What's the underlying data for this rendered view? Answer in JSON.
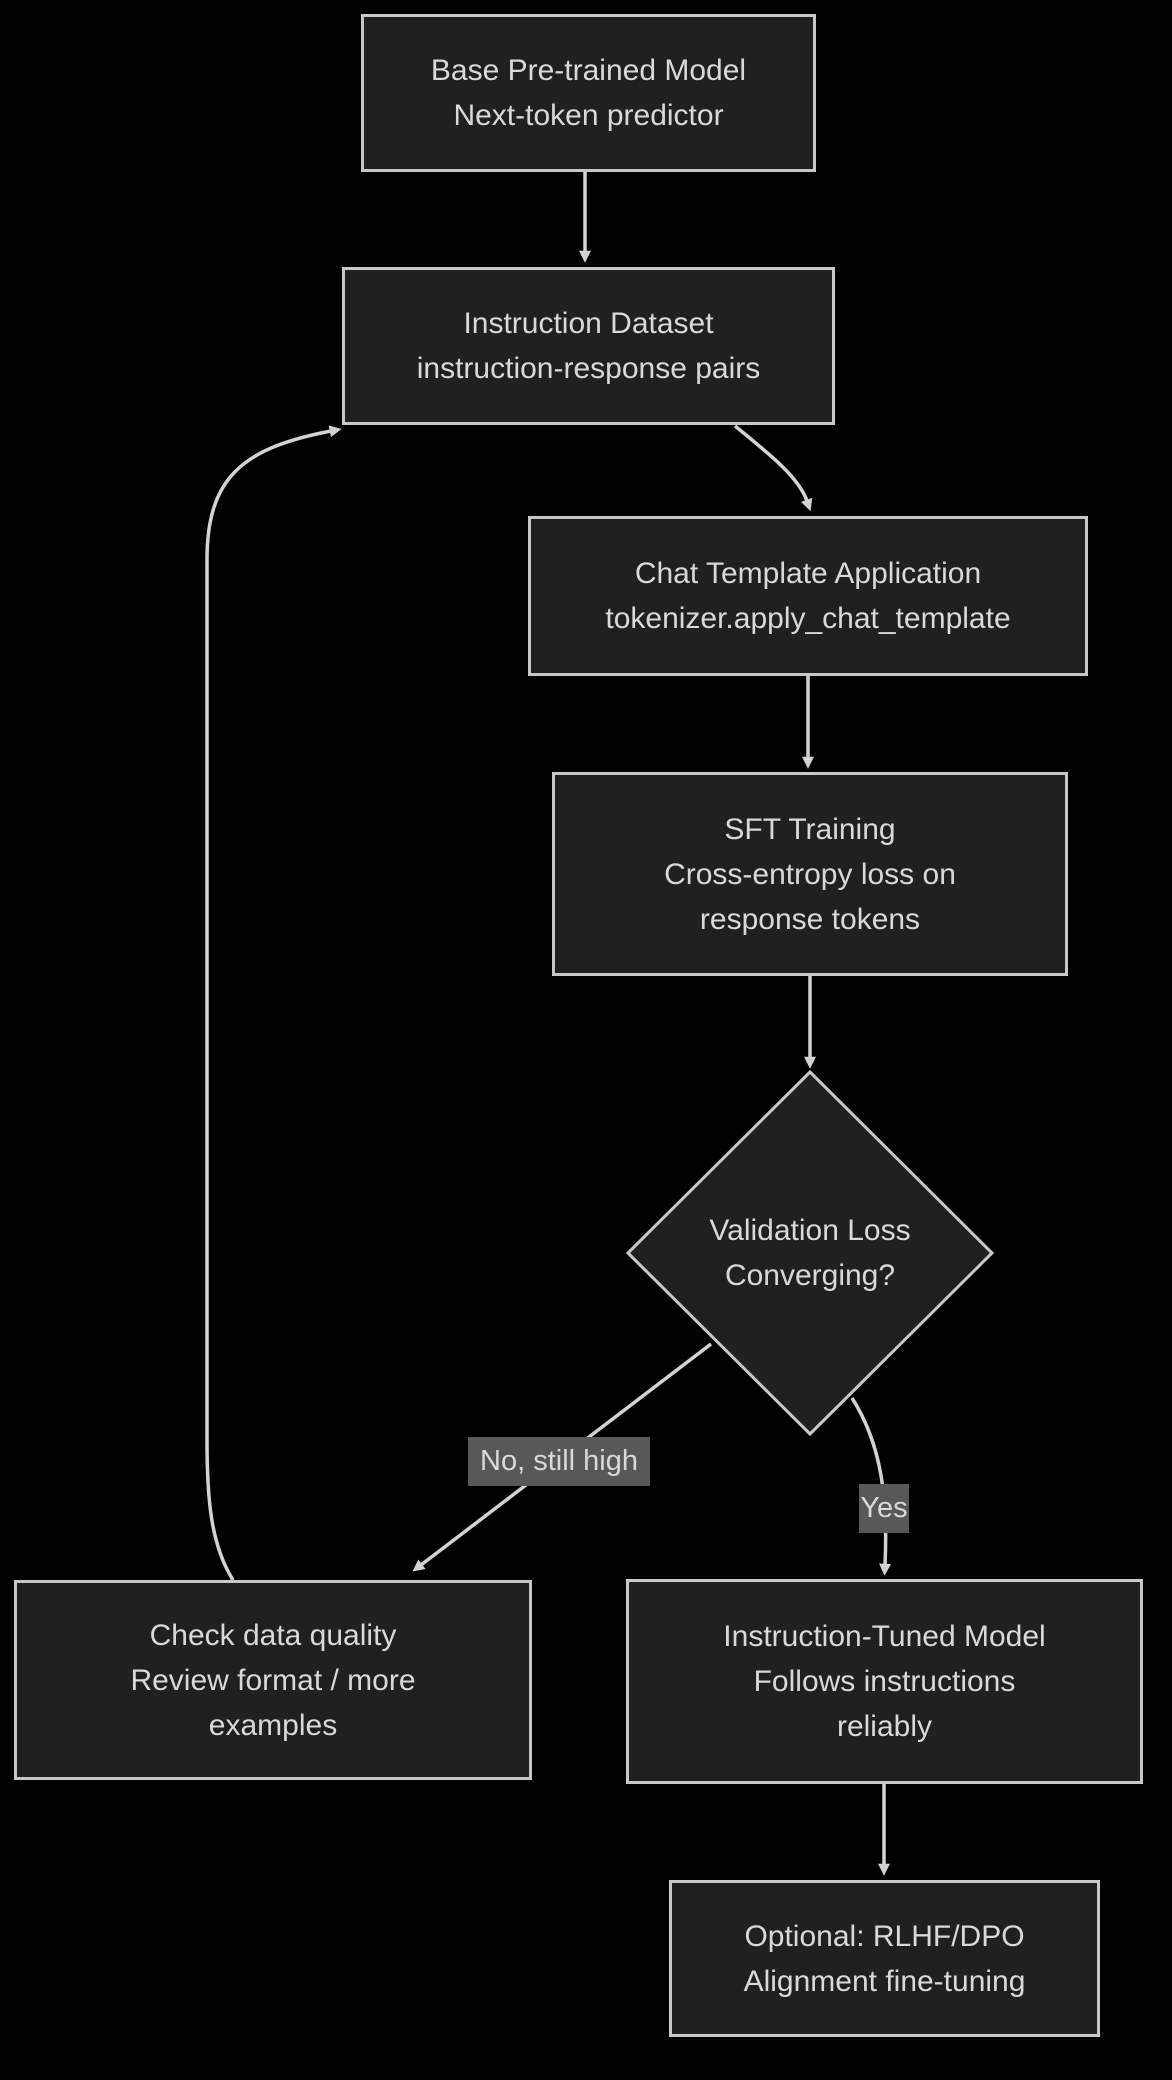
{
  "diagram": {
    "background_color": "#000000",
    "colors": {
      "node_fill": "#1f2020",
      "node_border": "#c8c8c8",
      "node_text": "#d9d9d9",
      "edge_line": "#d3d3d3",
      "edge_label_bg": "#585858",
      "edge_label_text": "#d9d9d9"
    },
    "nodes": {
      "base": {
        "lines": [
          "Base Pre-trained Model",
          "Next-token predictor"
        ]
      },
      "dataset": {
        "lines": [
          "Instruction Dataset",
          "instruction-response pairs"
        ]
      },
      "template": {
        "lines": [
          "Chat Template Application",
          "tokenizer.apply_chat_template"
        ]
      },
      "sft": {
        "lines": [
          "SFT Training",
          "Cross-entropy loss on",
          "response tokens"
        ]
      },
      "decision": {
        "lines": [
          "Validation Loss",
          "Converging?"
        ]
      },
      "check": {
        "lines": [
          "Check data quality",
          "Review format / more",
          "examples"
        ]
      },
      "tuned": {
        "lines": [
          "Instruction-Tuned Model",
          "Follows instructions",
          "reliably"
        ]
      },
      "rlhf": {
        "lines": [
          "Optional: RLHF/DPO",
          "Alignment fine-tuning"
        ]
      }
    },
    "edge_labels": {
      "no": "No, still high",
      "yes": "Yes"
    }
  }
}
